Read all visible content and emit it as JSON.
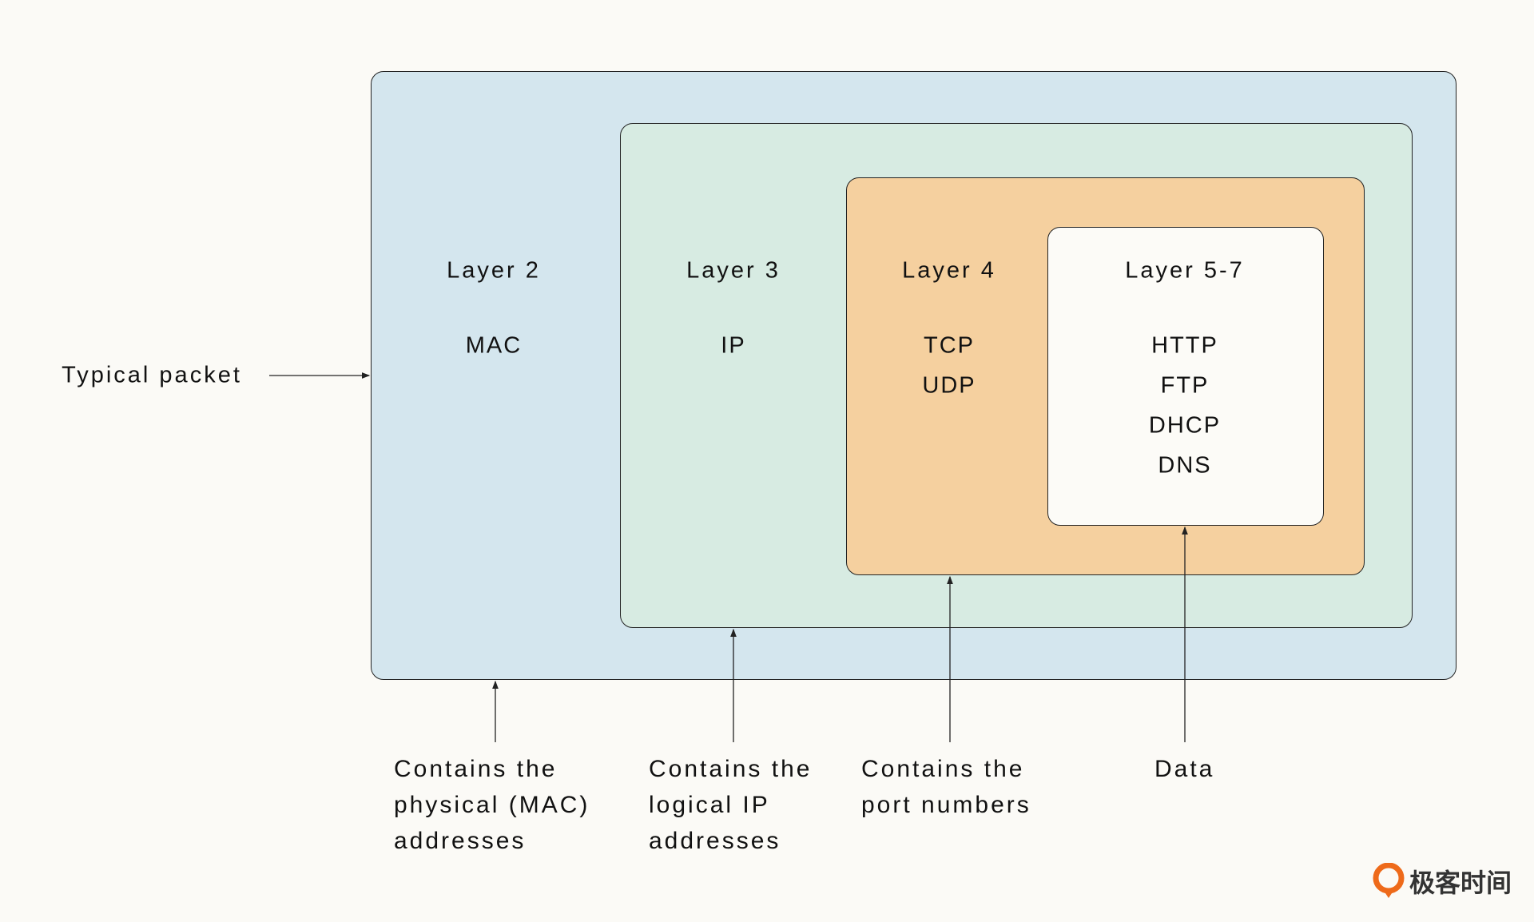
{
  "colors": {
    "layer2": "#d4e6ee",
    "layer3": "#d7ebe2",
    "layer4": "#f5d09f",
    "layer5_7": "#fcfbf7",
    "background": "#fbfaf6",
    "logo": "#ee6a1a"
  },
  "side_label": "Typical packet",
  "layers": [
    {
      "title": "Layer 2",
      "protocols": [
        "MAC"
      ],
      "note": [
        "Contains the",
        "physical (MAC)",
        "addresses"
      ]
    },
    {
      "title": "Layer 3",
      "protocols": [
        "IP"
      ],
      "note": [
        "Contains the",
        "logical IP",
        "addresses"
      ]
    },
    {
      "title": "Layer 4",
      "protocols": [
        "TCP",
        "UDP"
      ],
      "note": [
        "Contains the",
        "port numbers"
      ]
    },
    {
      "title": "Layer 5-7",
      "protocols": [
        "HTTP",
        "FTP",
        "DHCP",
        "DNS"
      ],
      "note": [
        "Data"
      ]
    }
  ],
  "logo": {
    "text": "极客时间",
    "icon": "geektime-logo-icon"
  }
}
